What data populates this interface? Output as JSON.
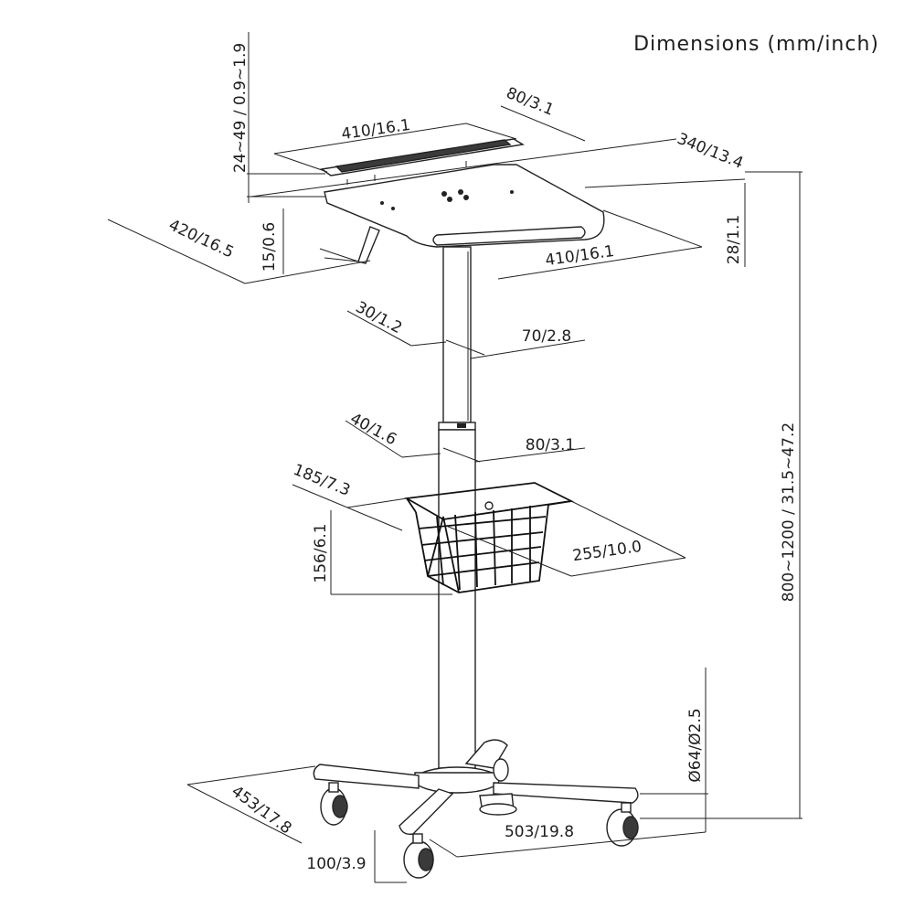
{
  "title": "Dimensions (mm/inch)",
  "dimensions": {
    "clamp_height": "24~49 / 0.9~1.9",
    "rail_width": "410/16.1",
    "rail_depth": "80/3.1",
    "tray_depth": "340/13.4",
    "tray_width_side": "420/16.5",
    "tray_lip": "15/0.6",
    "tray_width_front": "410/16.1",
    "tray_thickness": "28/1.1",
    "upper_column_depth": "30/1.2",
    "upper_column_width": "70/2.8",
    "lower_column_depth": "40/1.6",
    "lower_column_width": "80/3.1",
    "basket_depth": "185/7.3",
    "basket_height": "156/6.1",
    "basket_width": "255/10.0",
    "total_height": "800~1200 / 31.5~47.2",
    "caster_diameter": "Ø64/Ø2.5",
    "base_depth": "453/17.8",
    "base_width": "503/19.8",
    "base_height": "100/3.9"
  }
}
